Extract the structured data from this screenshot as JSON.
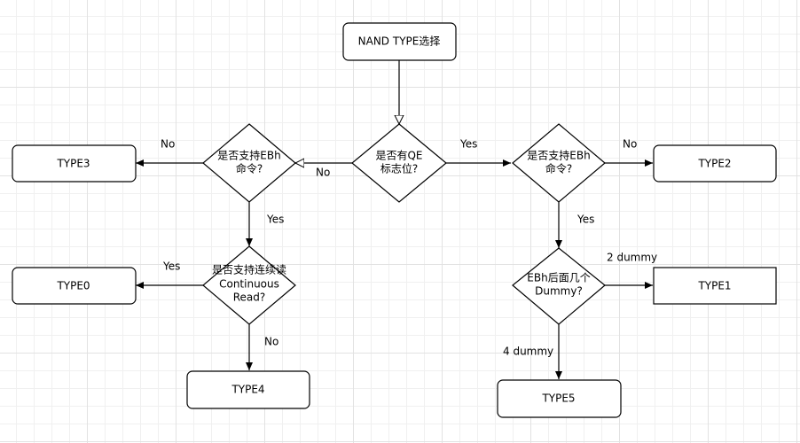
{
  "diagram": {
    "nodes": {
      "start": "NAND TYPE选择",
      "qe_flag": [
        "是否有QE",
        "标志位?"
      ],
      "ebh_left": [
        "是否支持EBh",
        "命令?"
      ],
      "ebh_right": [
        "是否支持EBh",
        "命令?"
      ],
      "continuous": [
        "是否支持连续读",
        "Continuous",
        "Read?"
      ],
      "dummy": [
        "EBh后面几个",
        "Dummy?"
      ],
      "type0": "TYPE0",
      "type1": "TYPE1",
      "type2": "TYPE2",
      "type3": "TYPE3",
      "type4": "TYPE4",
      "type5": "TYPE5"
    },
    "edges": {
      "qe_no": "No",
      "qe_yes": "Yes",
      "left_no": "No",
      "left_yes": "Yes",
      "cont_yes": "Yes",
      "cont_no": "No",
      "right_no": "No",
      "right_yes": "Yes",
      "dummy_2": "2 dummy",
      "dummy_4": "4 dummy"
    }
  }
}
